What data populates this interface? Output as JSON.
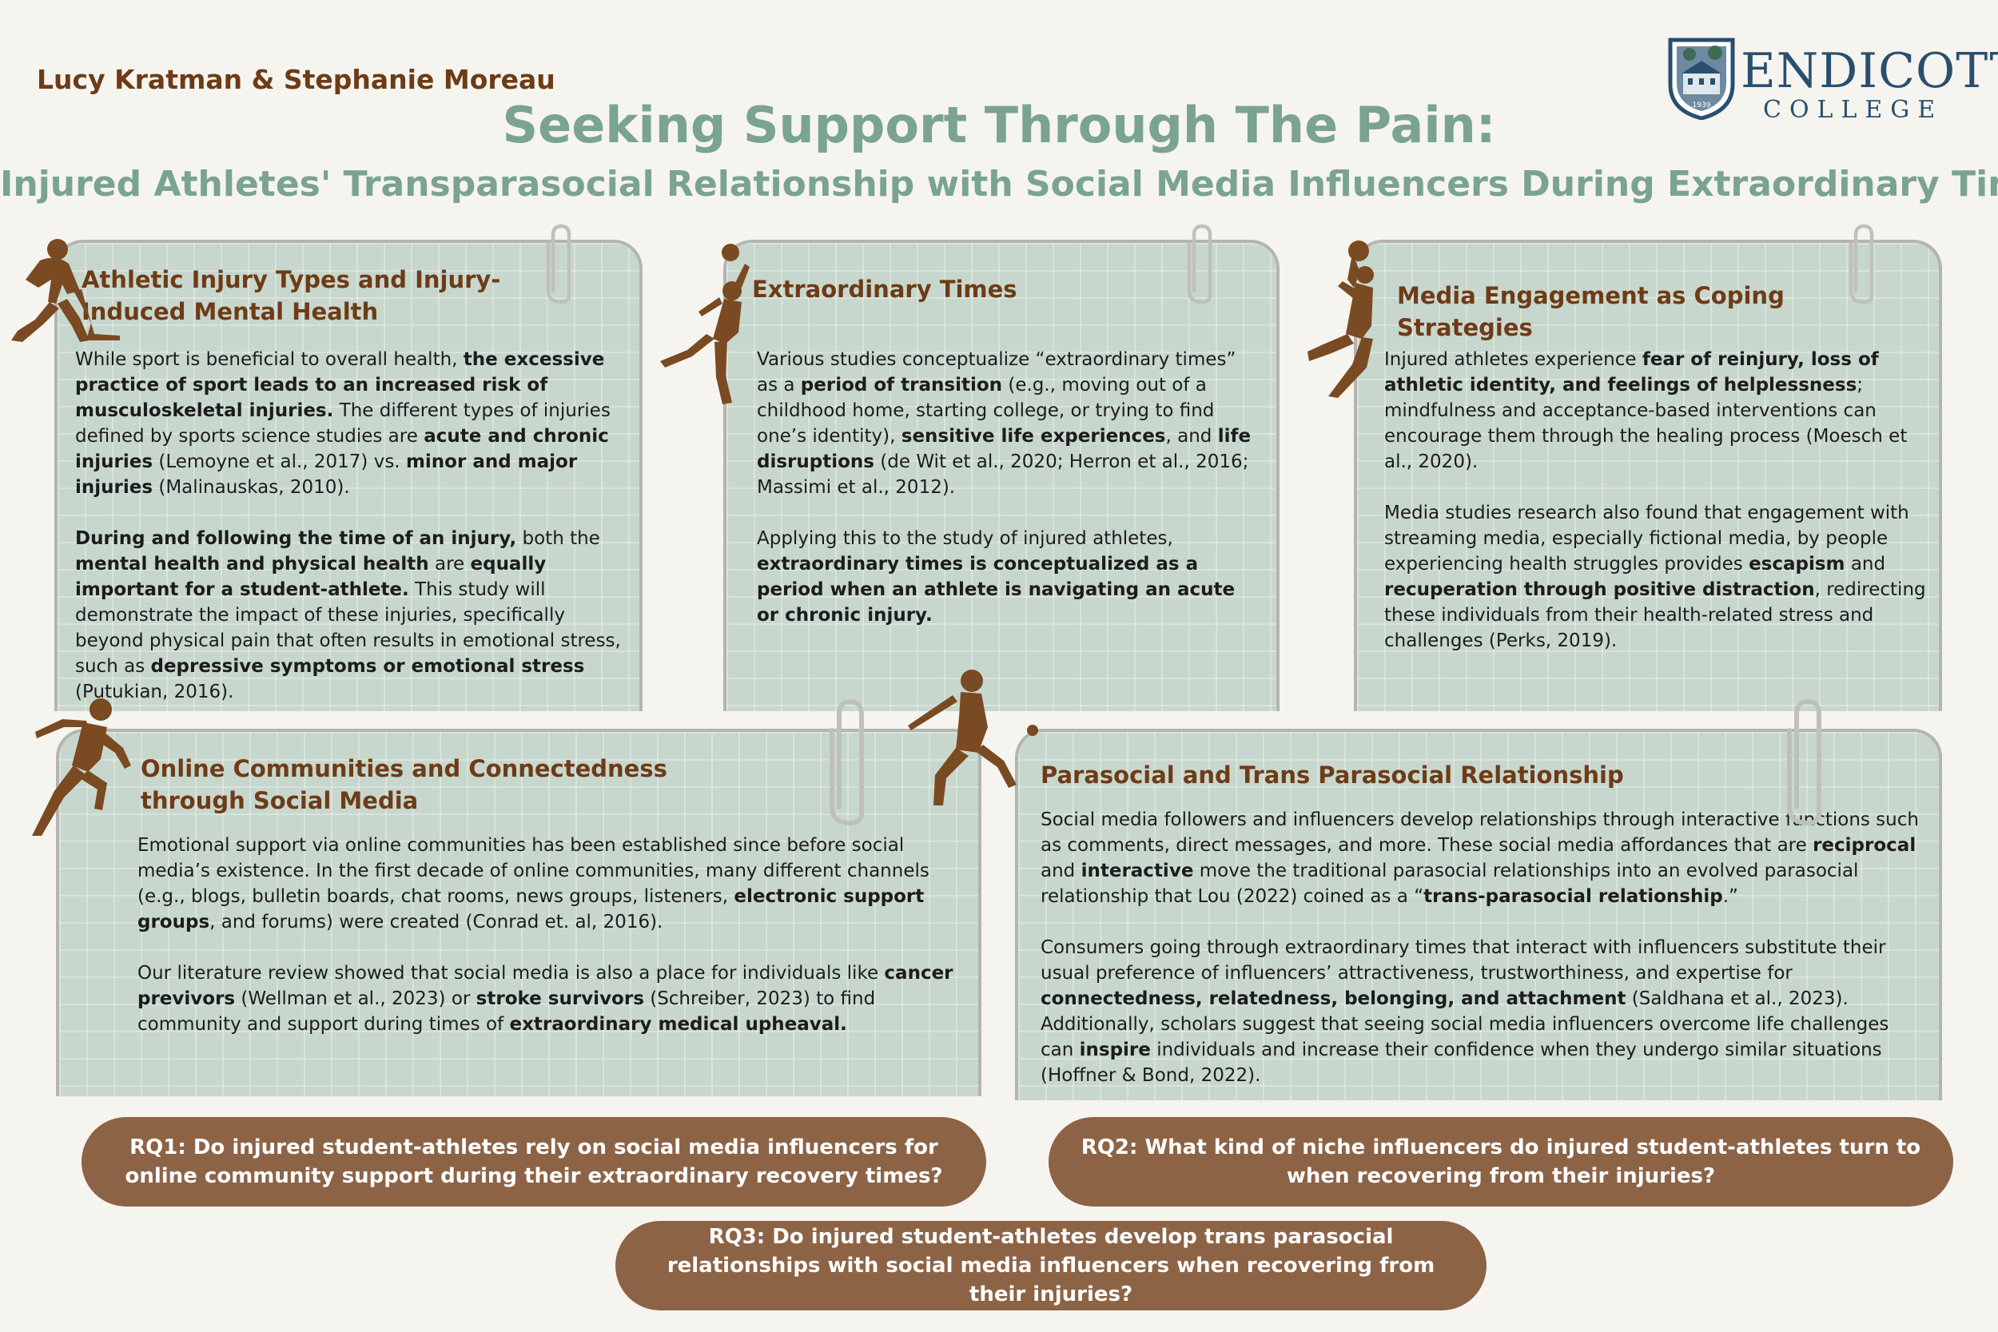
{
  "authors": "Lucy Kratman & Stephanie Moreau",
  "logo": {
    "line1": "ENDICOTT",
    "line2": "COLLEGE",
    "seal_year": "1939"
  },
  "title": "Seeking Support Through The Pain:",
  "subtitle": "Injured Athletes' Transparasocial Relationship with Social Media Influencers During Extraordinary Times",
  "colors": {
    "background": "#f5f4ef",
    "card": "#c7d7cd",
    "heading": "#6e3b16",
    "title": "#7aa390",
    "rq_pill": "#8d6346",
    "logo": "#2a4f6e"
  },
  "cards": [
    {
      "title": "Athletic Injury Types and Injury-Induced Mental Health",
      "icon": "hockey-player-icon",
      "paragraphs": [
        [
          {
            "t": "While sport is beneficial to overall health, "
          },
          {
            "t": "the excessive practice of sport leads to an increased risk of musculoskeletal injuries.",
            "b": true
          },
          {
            "t": " The different types of injuries defined by sports science studies are "
          },
          {
            "t": "acute and chronic injuries",
            "b": true
          },
          {
            "t": " (Lemoyne et al., 2017) vs. "
          },
          {
            "t": "minor and major injuries",
            "b": true
          },
          {
            "t": " (Malinauskas, 2010)."
          }
        ],
        [
          {
            "t": "During and following the time of an injury,",
            "b": true
          },
          {
            "t": " both the "
          },
          {
            "t": "mental health and physical health",
            "b": true
          },
          {
            "t": " are "
          },
          {
            "t": "equally important for a student-athlete.",
            "b": true
          },
          {
            "t": " This study will demonstrate the impact of these injuries, specifically beyond physical pain that often results in emotional stress, such as "
          },
          {
            "t": "depressive symptoms or emotional stress",
            "b": true
          },
          {
            "t": " (Putukian, 2016)."
          }
        ]
      ]
    },
    {
      "title": "Extraordinary Times",
      "icon": "volleyball-player-icon",
      "paragraphs": [
        [
          {
            "t": "Various studies conceptualize “extraordinary times” as a "
          },
          {
            "t": "period of transition",
            "b": true
          },
          {
            "t": " (e.g., moving out of a childhood home, starting college, or trying to find one’s identity), "
          },
          {
            "t": "sensitive life experiences",
            "b": true
          },
          {
            "t": ", and "
          },
          {
            "t": "life disruptions",
            "b": true
          },
          {
            "t": " (de Wit et al., 2020; Herron et al., 2016; Massimi et al., 2012)."
          }
        ],
        [
          {
            "t": "Applying this to the study of injured athletes, "
          },
          {
            "t": "extraordinary times is conceptualized as a period when an athlete is navigating an acute or chronic injury.",
            "b": true
          }
        ]
      ]
    },
    {
      "title": "Media Engagement as Coping Strategies",
      "icon": "basketball-player-icon",
      "paragraphs": [
        [
          {
            "t": "Injured athletes experience "
          },
          {
            "t": "fear of reinjury, loss of athletic identity, and feelings of helplessness",
            "b": true
          },
          {
            "t": "; mindfulness and acceptance-based interventions can encourage them through the healing process (Moesch et al., 2020)."
          }
        ],
        [
          {
            "t": "Media studies research also found that engagement with streaming media, especially fictional media, by people experiencing health struggles provides "
          },
          {
            "t": "escapism",
            "b": true
          },
          {
            "t": " and "
          },
          {
            "t": "recuperation through positive distraction",
            "b": true
          },
          {
            "t": ", redirecting these individuals from their health-related stress and challenges (Perks, 2019)."
          }
        ]
      ]
    },
    {
      "title": "Online Communities and Connectedness through Social Media",
      "icon": "runner-icon",
      "paragraphs": [
        [
          {
            "t": "Emotional support via online communities has been established since before social media’s existence. In the first decade of online communities, many different channels (e.g., blogs, bulletin boards, chat rooms, news groups, listeners, "
          },
          {
            "t": "electronic support groups",
            "b": true
          },
          {
            "t": ", and forums) were created (Conrad et. al, 2016)."
          }
        ],
        [
          {
            "t": "Our literature review showed that social media is also a place for individuals like "
          },
          {
            "t": "cancer previvors",
            "b": true
          },
          {
            "t": " (Wellman et al., 2023) or "
          },
          {
            "t": "stroke survivors",
            "b": true
          },
          {
            "t": " (Schreiber, 2023) to find community and support during times of "
          },
          {
            "t": "extraordinary medical upheaval.",
            "b": true
          }
        ]
      ]
    },
    {
      "title": "Parasocial and Trans Parasocial Relationship",
      "icon": "softball-player-icon",
      "paragraphs": [
        [
          {
            "t": "Social media followers and influencers develop relationships through interactive functions such as comments, direct messages, and more. These social media affordances that are "
          },
          {
            "t": "reciprocal",
            "b": true
          },
          {
            "t": " and "
          },
          {
            "t": "interactive",
            "b": true
          },
          {
            "t": " move the traditional parasocial relationships into an evolved parasocial relationship that Lou (2022) coined as a “"
          },
          {
            "t": "trans-parasocial relationship",
            "b": true
          },
          {
            "t": ".”"
          }
        ],
        [
          {
            "t": "Consumers going through extraordinary times that interact with influencers substitute their usual preference of influencers’ attractiveness, trustworthiness, and expertise for "
          },
          {
            "t": "connectedness, relatedness, belonging, and attachment",
            "b": true
          },
          {
            "t": " (Saldhana et al., 2023). Additionally, scholars suggest that seeing social media influencers overcome life challenges can "
          },
          {
            "t": "inspire",
            "b": true
          },
          {
            "t": " individuals and increase their confidence when they undergo similar situations (Hoffner & Bond, 2022)."
          }
        ]
      ]
    }
  ],
  "rq": [
    "RQ1: Do injured student-athletes rely on social media influencers for online community support during their extraordinary recovery times?",
    "RQ2: What kind of niche influencers do injured student-athletes turn to when recovering from their injuries?",
    "RQ3: Do injured student-athletes develop trans parasocial relationships with social media influencers when recovering from their injuries?"
  ]
}
